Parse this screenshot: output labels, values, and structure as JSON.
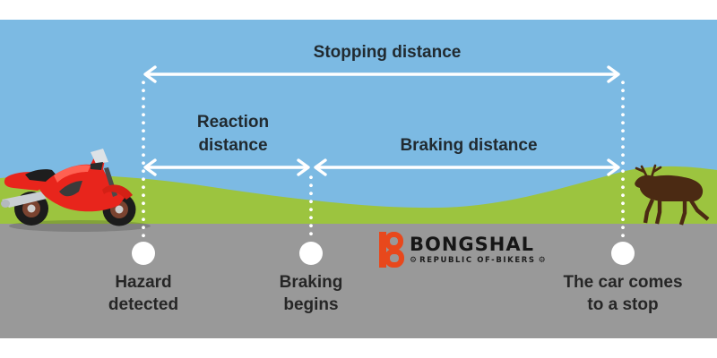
{
  "diagram": {
    "stopping_label": "Stopping distance",
    "reaction_label": "Reaction\ndistance",
    "braking_label": "Braking distance",
    "markers": [
      {
        "label": "Hazard\ndetected"
      },
      {
        "label": "Braking\nbegins"
      },
      {
        "label": "The car comes\nto a stop"
      }
    ]
  },
  "logo": {
    "b_glyph": "B",
    "name": "BONGSHAL",
    "tagline": "REPUBLIC OF-BIKERS",
    "gear_glyph": "⚙"
  },
  "icons": {
    "motorcycle": "red-sport-motorcycle",
    "animal": "moose-silhouette"
  },
  "colors": {
    "sky": "#7cbae3",
    "grass": "#9cc43f",
    "road": "#999999",
    "arrow_and_dots": "#ffffff",
    "label_text": "#212a30",
    "bike_red": "#e8251c",
    "moose_brown": "#4b2a13",
    "logo_orange": "#e8481c",
    "logo_black": "#161616"
  }
}
